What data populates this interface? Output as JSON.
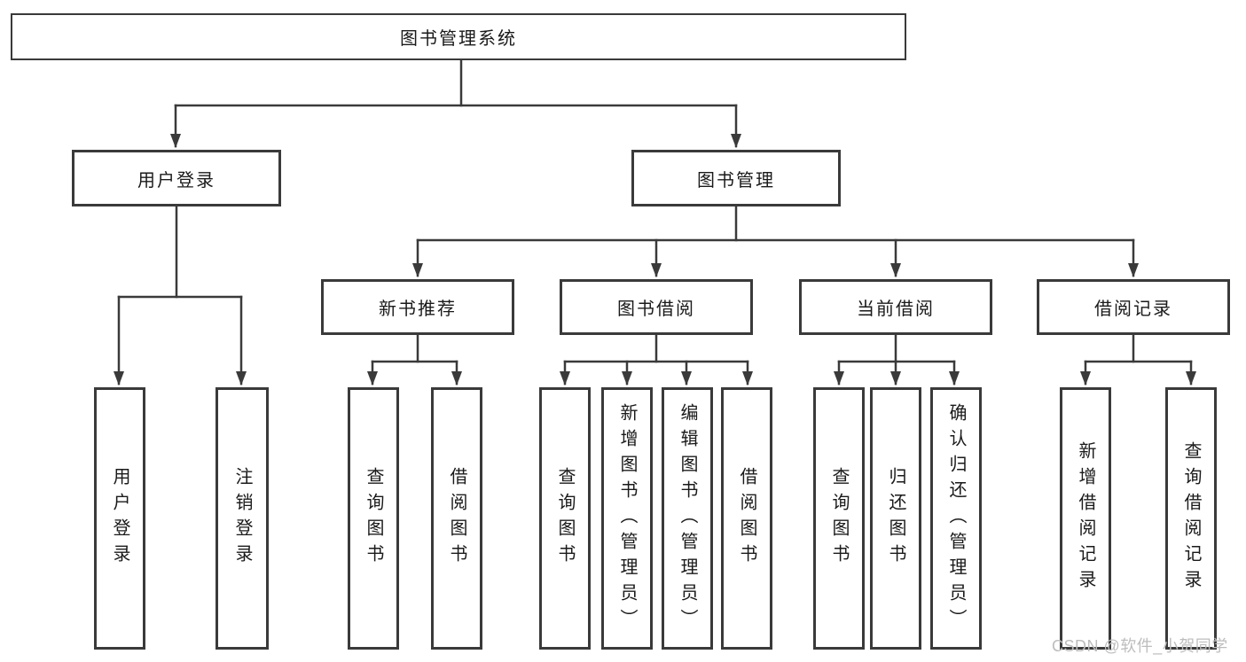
{
  "root": {
    "label": "图书管理系统"
  },
  "level2": [
    {
      "label": "用户登录"
    },
    {
      "label": "图书管理"
    }
  ],
  "level3": [
    {
      "label": "新书推荐"
    },
    {
      "label": "图书借阅"
    },
    {
      "label": "当前借阅"
    },
    {
      "label": "借阅记录"
    }
  ],
  "leaves": {
    "user_login": [
      "用户登录",
      "注销登录"
    ],
    "new_books": [
      "查询图书",
      "借阅图书"
    ],
    "borrowing": [
      "查询图书",
      "新增图书（管理员）",
      "编辑图书（管理员）",
      "借阅图书"
    ],
    "current": [
      "查询图书",
      "归还图书",
      "确认归还（管理员）"
    ],
    "records": [
      "新增借阅记录",
      "查询借阅记录"
    ]
  },
  "watermark": "CSDN @软件_小贺同学",
  "colors": {
    "line": "#3a3a3a",
    "text": "#1a1a1a",
    "watermark": "#bdbdbd",
    "background": "#ffffff"
  }
}
